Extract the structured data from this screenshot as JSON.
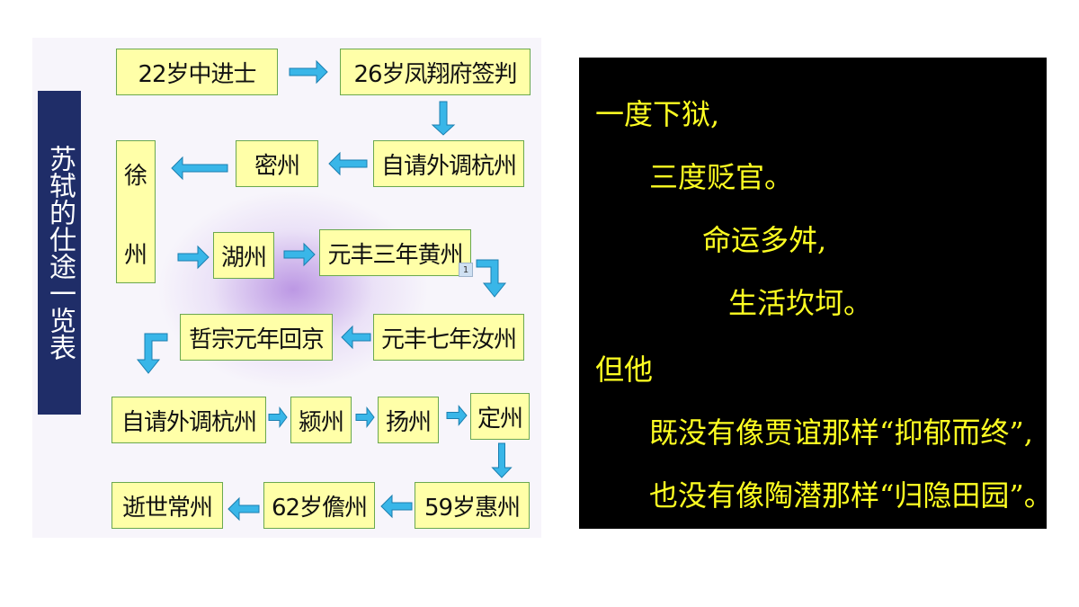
{
  "diagram": {
    "title": "苏轼的仕途一览表",
    "nodes": {
      "n1": "22岁中进士",
      "n2": "26岁凤翔府签判",
      "n3": "自请外调杭州",
      "n4": "密州",
      "n5_char1": "徐",
      "n5_char2": "州",
      "n6": "湖州",
      "n7": "元丰三年黄州",
      "n8": "元丰七年汝州",
      "n9": "哲宗元年回京",
      "n10": "自请外调杭州",
      "n11": "颍州",
      "n12": "扬州",
      "n13": "定州",
      "n14": "59岁惠州",
      "n15": "62岁儋州",
      "n16": "逝世常州"
    },
    "marker_label": "1",
    "arrow_color": "#39b6e8"
  },
  "passage": {
    "lines": [
      "一度下狱,",
      "三度贬官。",
      "命运多舛,",
      "生活坎坷。",
      "但他",
      "既没有像贾谊那样“抑郁而终”,",
      "也没有像陶潜那样“归隐田园”。"
    ],
    "text_color": "#ffff22",
    "background": "#000000"
  }
}
